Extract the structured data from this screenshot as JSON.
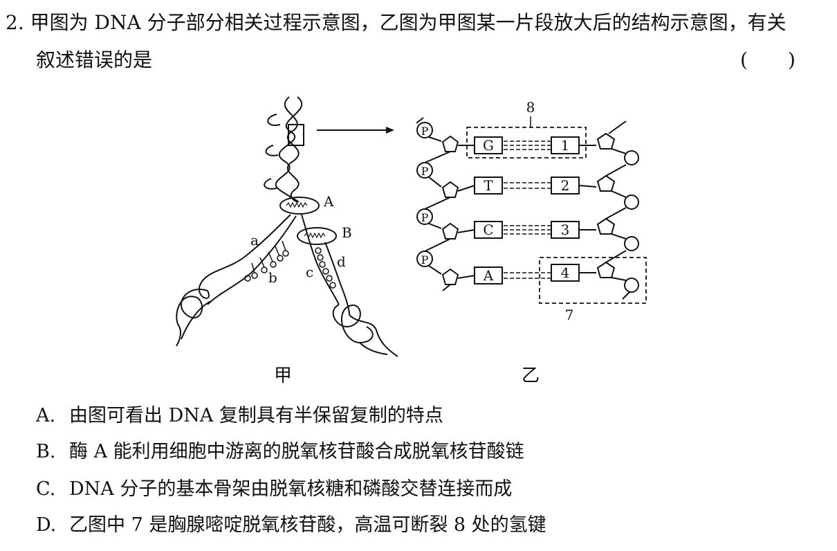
{
  "question": {
    "number": "2.",
    "line1": "甲图为 DNA 分子部分相关过程示意图，乙图为甲图某一片段放大后的结构示意图，有关",
    "line2": "叙述错误的是",
    "paren_left": "(",
    "paren_right": ")"
  },
  "figure_jia": {
    "caption": "甲",
    "labels": {
      "A": "A",
      "B": "B",
      "a": "a",
      "b": "b",
      "c": "c",
      "d": "d"
    }
  },
  "figure_yi": {
    "caption": "乙",
    "phosphate_label": "P",
    "bases_left": [
      "G",
      "T",
      "C",
      "A"
    ],
    "bases_right": [
      "1",
      "2",
      "3",
      "4"
    ],
    "label_7": "7",
    "label_8": "8"
  },
  "options": [
    {
      "letter": "A.",
      "text": "由图可看出 DNA 复制具有半保留复制的特点"
    },
    {
      "letter": "B.",
      "text": "酶 A 能利用细胞中游离的脱氧核苷酸合成脱氧核苷酸链"
    },
    {
      "letter": "C.",
      "text": "DNA 分子的基本骨架由脱氧核糖和磷酸交替连接而成"
    },
    {
      "letter": "D.",
      "text": "乙图中 7 是胸腺嘧啶脱氧核苷酸，高温可断裂 8 处的氢键"
    }
  ]
}
